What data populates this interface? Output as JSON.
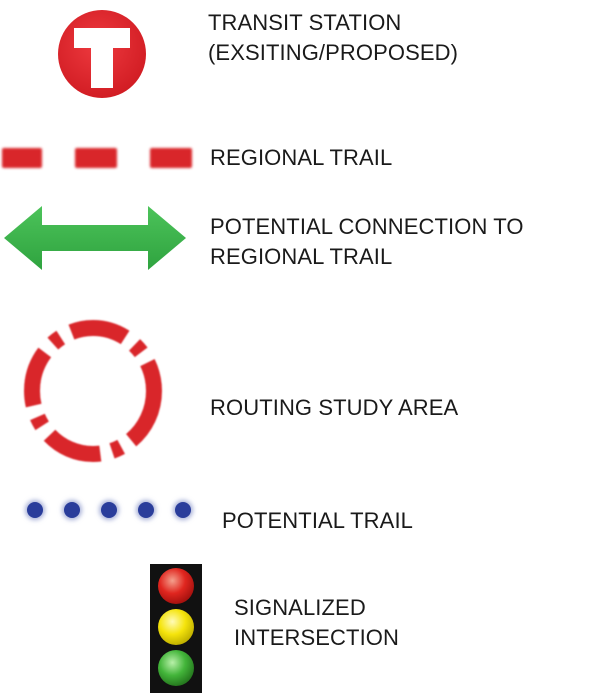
{
  "legend": {
    "items": [
      {
        "id": "transit-station",
        "icon": "transit-station-icon",
        "lines": [
          "TRANSIT STATION",
          "(EXSITING/PROPOSED)"
        ]
      },
      {
        "id": "regional-trail",
        "icon": "regional-trail-dashed-line-icon",
        "lines": [
          "REGIONAL TRAIL"
        ]
      },
      {
        "id": "potential-connection",
        "icon": "double-arrow-icon",
        "lines": [
          "POTENTIAL CONNECTION TO",
          "REGIONAL TRAIL"
        ]
      },
      {
        "id": "routing-study-area",
        "icon": "dashed-circle-icon",
        "lines": [
          "ROUTING STUDY AREA"
        ]
      },
      {
        "id": "potential-trail",
        "icon": "dotted-line-icon",
        "lines": [
          "POTENTIAL TRAIL"
        ]
      },
      {
        "id": "signalized-intersection",
        "icon": "traffic-signal-icon",
        "lines": [
          "SIGNALIZED",
          "INTERSECTION"
        ]
      }
    ]
  },
  "colors": {
    "red": "#d9262b",
    "green": "#3cb54a",
    "blue": "#2a3d9b",
    "signal_body": "#111111",
    "signal_red": "#e0261f",
    "signal_yellow": "#f5e40c",
    "signal_green": "#43b53a",
    "text": "#1a1a1a"
  }
}
